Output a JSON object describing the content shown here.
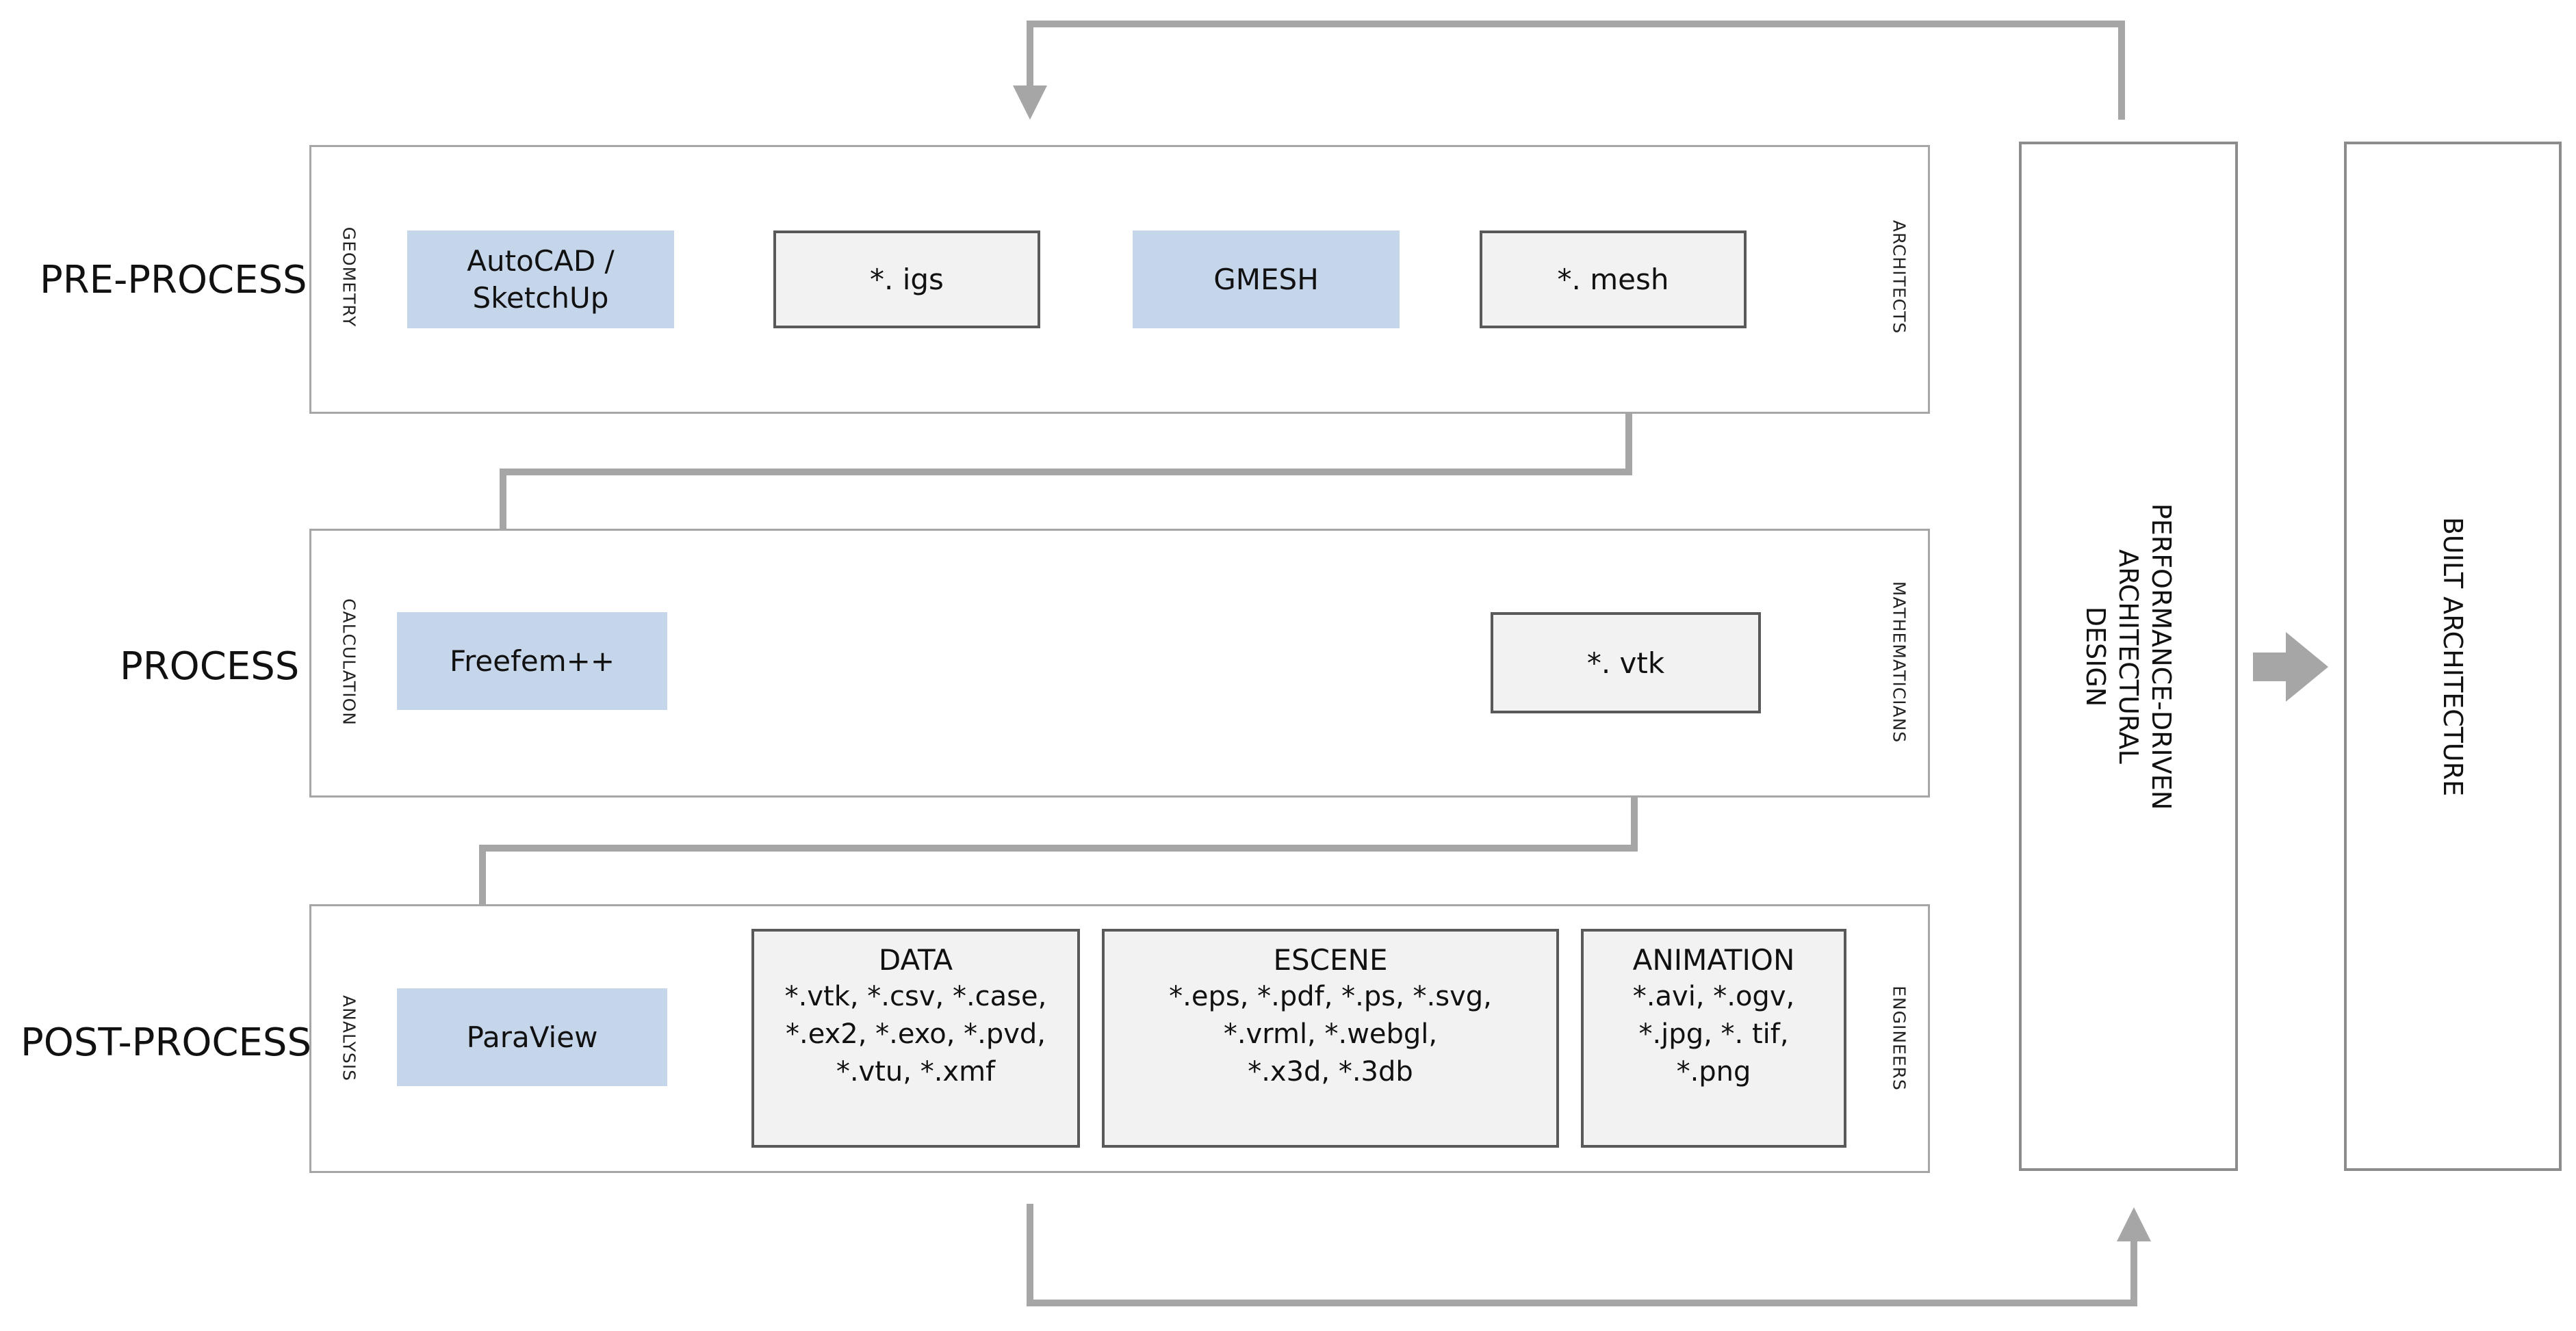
{
  "colors": {
    "tool_fill": "#c5d5ea",
    "file_fill": "#f2f2f2",
    "file_border": "#595959",
    "panel_border": "#a6a6a6",
    "arrow": "#a6a6a6"
  },
  "stages": {
    "pre": {
      "label": "PRE-PROCESS",
      "left_tag": "GEOMETRY",
      "right_tag": "ARCHITECTS",
      "tool1": "AutoCAD /\nSketchUp",
      "file1": "*. igs",
      "tool2": "GMESH",
      "file2": "*. mesh"
    },
    "process": {
      "label": "PROCESS",
      "left_tag": "CALCULATION",
      "right_tag": "MATHEMATICIANS",
      "tool": "Freefem++",
      "file": "*. vtk"
    },
    "post": {
      "label": "POST-PROCESS",
      "left_tag": "ANALYSIS",
      "right_tag": "ENGINEERS",
      "tool": "ParaView",
      "groups": [
        {
          "title": "DATA",
          "lines": [
            "*.vtk, *.csv, *.case,",
            "*.ex2, *.exo, *.pvd,",
            "*.vtu, *.xmf"
          ]
        },
        {
          "title": "ESCENE",
          "lines": [
            "*.eps, *.pdf, *.ps, *.svg,",
            "*.vrml, *.webgl,",
            "*.x3d, *.3db"
          ]
        },
        {
          "title": "ANIMATION",
          "lines": [
            "*.avi, *.ogv,",
            "*.jpg, *. tif,",
            "*.png"
          ]
        }
      ]
    }
  },
  "performance_box": {
    "lines": [
      "PERFORMANCE-DRIVEN",
      "ARCHITECTURAL",
      "DESIGN"
    ]
  },
  "built_box": {
    "label": "BUILT ARCHITECTURE"
  }
}
